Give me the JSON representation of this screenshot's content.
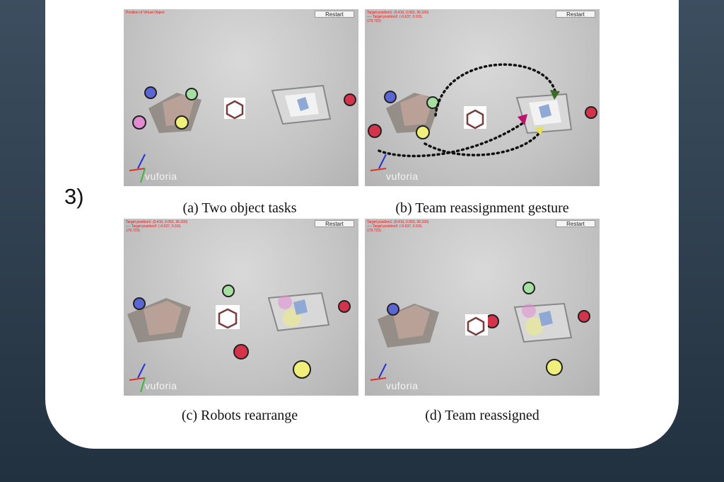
{
  "step_label": "3)",
  "panels": [
    {
      "caption": "(a) Two object tasks",
      "overlay": "Position of Virtual Object",
      "restart": "Restart",
      "brand": "vuforia"
    },
    {
      "caption": "(b) Team reassignment gesture",
      "overlay": "Target position1: (0.410, 0.053, 36.330)\n---- Target position2: (-0.637, 0.015,\n179.723)",
      "restart": "Restart",
      "brand": "vuforia"
    },
    {
      "caption": "(c) Robots rearrange",
      "overlay": "Target position1: (0.410, 0.053, 36.330)\n---- Target position2: (-0.637, 0.015,\n179.723)",
      "restart": "Restart",
      "brand": "vuforia"
    },
    {
      "caption": "(d) Team reassigned",
      "overlay": "Target position1: (0.410, 0.053, 36.330)\n---- Target position2: (-0.637, 0.015,\n179.723)",
      "restart": "Restart",
      "brand": "vuforia"
    }
  ],
  "colors": {
    "overlay_text": "#ee1111",
    "arrow_green": "#3a6b2a",
    "arrow_magenta": "#c0106a",
    "arrow_yellow": "#e6e05a",
    "robot_pink": "#e38bd0",
    "robot_green": "#a6e0a0",
    "robot_yellow": "#f0ef7a",
    "robot_blue": "#5b66d6",
    "robot_red": "#d6324a"
  }
}
